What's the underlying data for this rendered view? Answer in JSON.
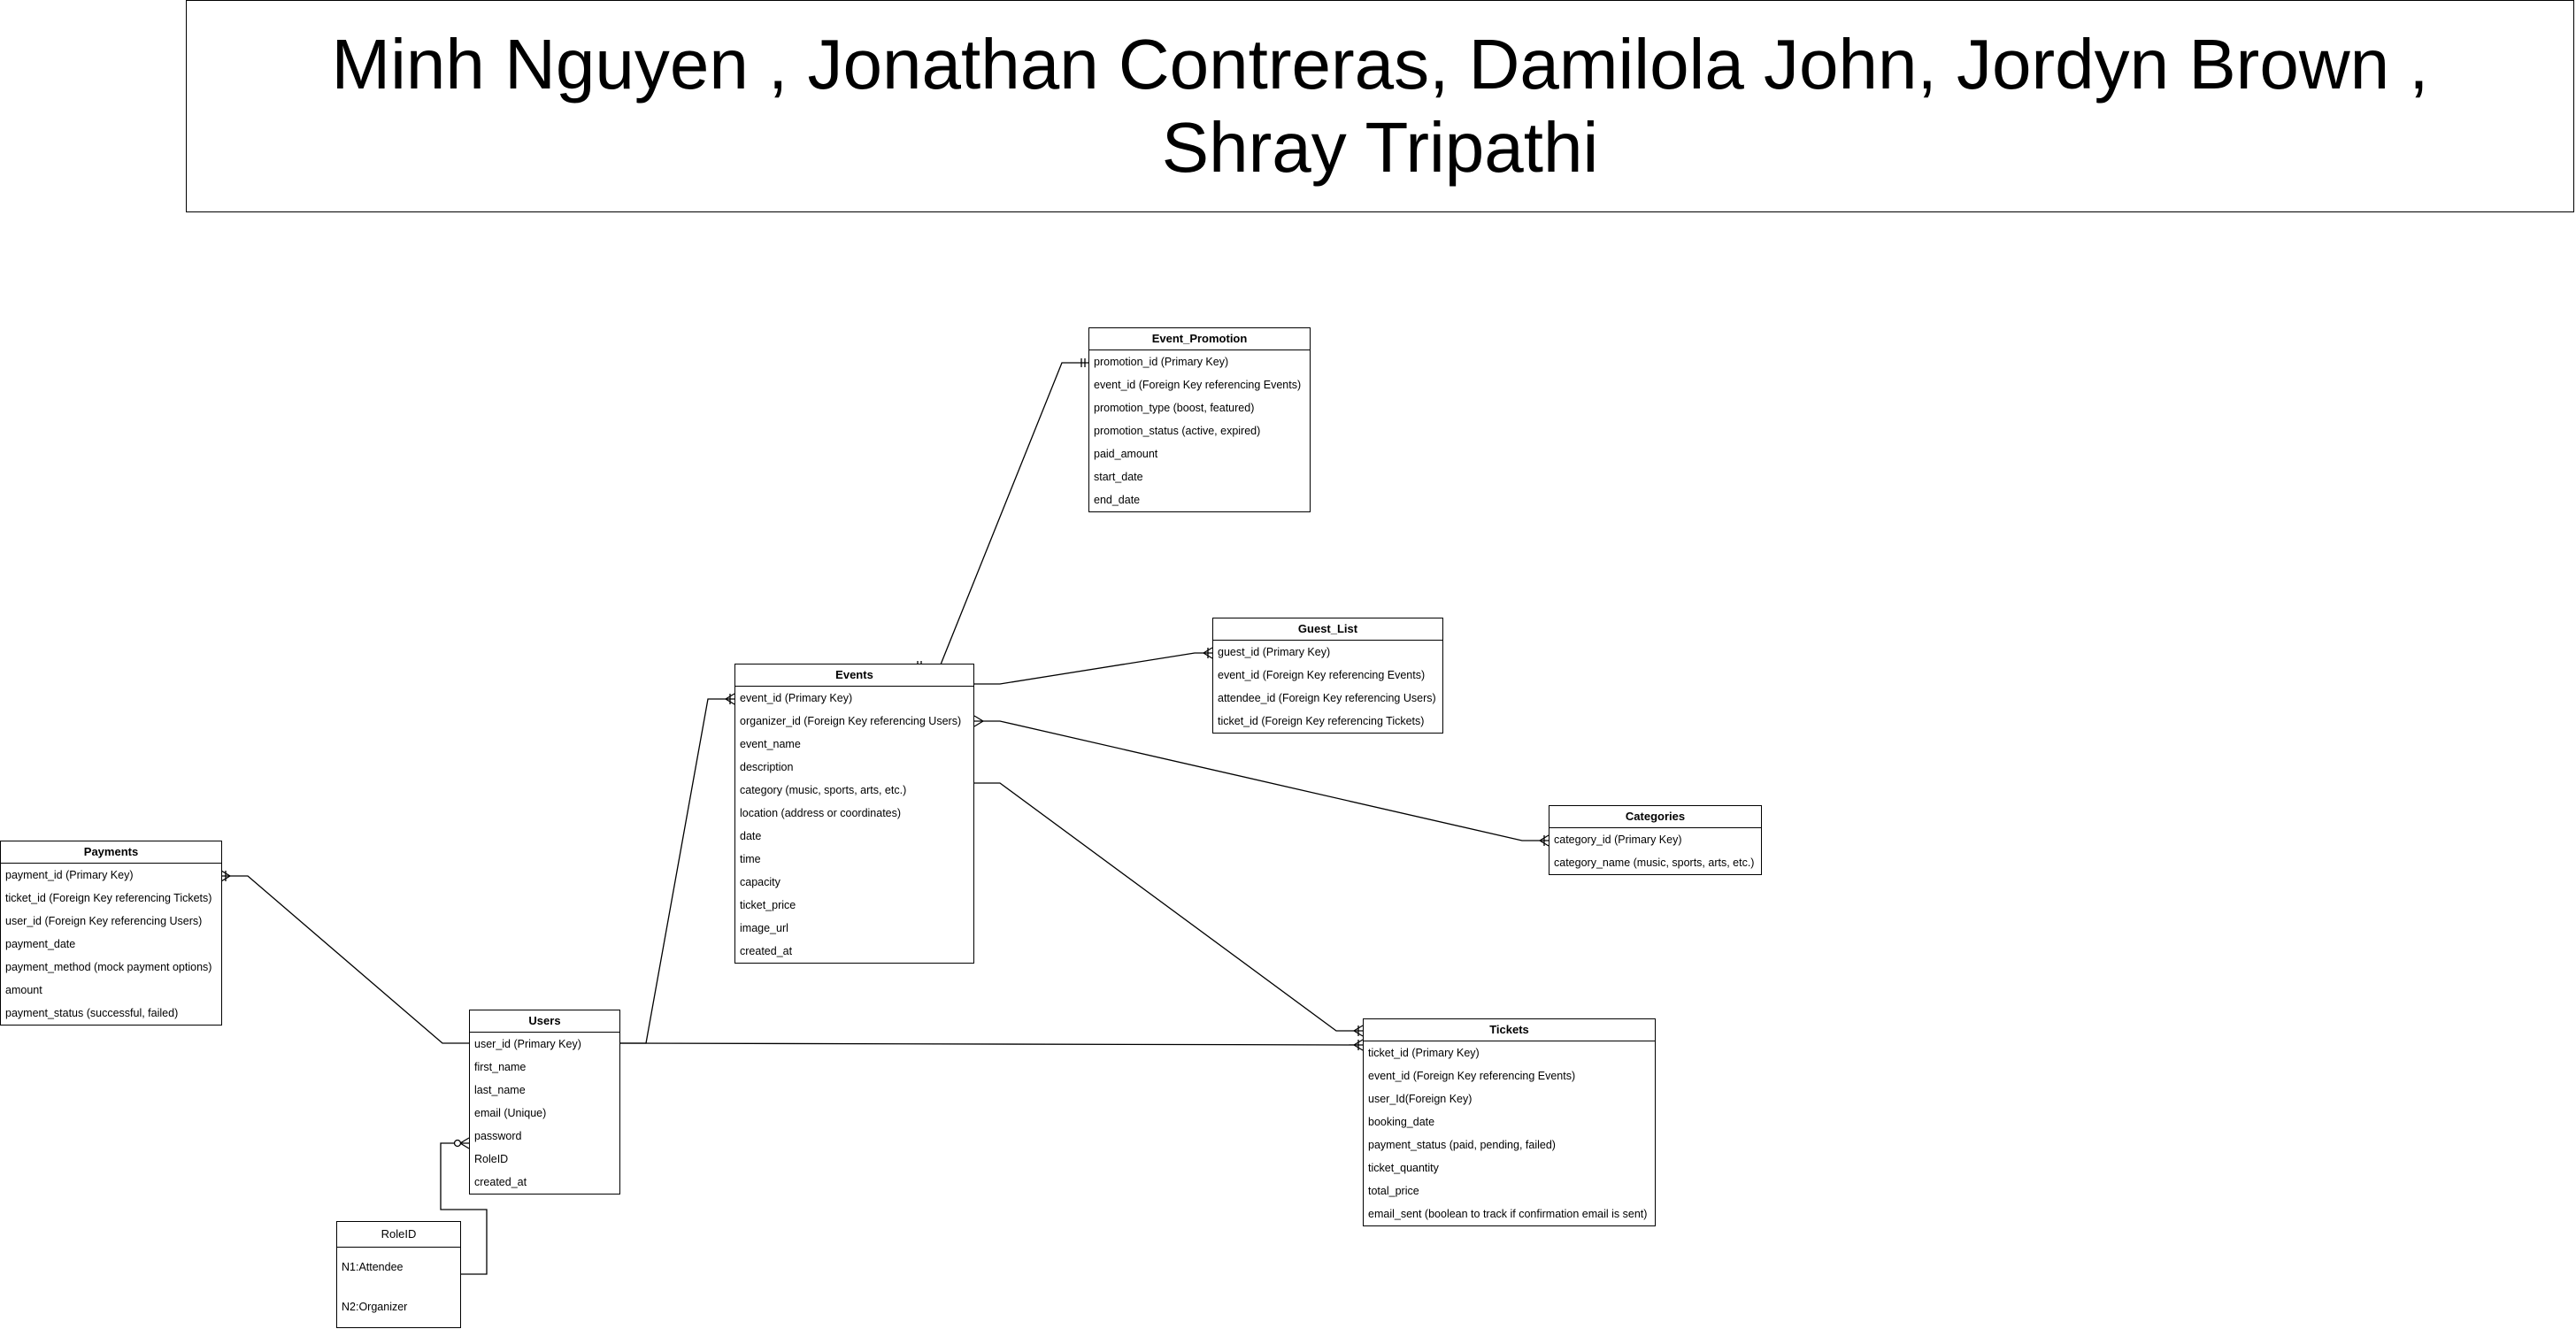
{
  "title": "Minh Nguyen , Jonathan Contreras, Damilola John, Jordyn Brown , Shray Tripathi",
  "entities": {
    "event_promotion": {
      "name": "Event_Promotion",
      "fields": [
        "promotion_id (Primary Key)",
        "event_id (Foreign Key referencing Events)",
        "promotion_type (boost, featured)",
        "promotion_status (active, expired)",
        "paid_amount",
        "start_date",
        "end_date"
      ]
    },
    "guest_list": {
      "name": "Guest_List",
      "fields": [
        "guest_id (Primary Key)",
        "event_id (Foreign Key referencing Events)",
        "attendee_id (Foreign Key referencing Users)",
        "ticket_id (Foreign Key referencing Tickets)"
      ]
    },
    "events": {
      "name": "Events",
      "fields": [
        "event_id (Primary Key)",
        "organizer_id (Foreign Key referencing Users)",
        "event_name",
        "description",
        "category (music, sports, arts, etc.)",
        "location (address or coordinates)",
        "date",
        "time",
        "capacity",
        "ticket_price",
        "image_url",
        "created_at"
      ]
    },
    "categories": {
      "name": "Categories",
      "fields": [
        "category_id (Primary Key)",
        "category_name (music, sports, arts, etc.)"
      ]
    },
    "payments": {
      "name": "Payments",
      "fields": [
        "payment_id (Primary Key)",
        "ticket_id (Foreign Key referencing Tickets)",
        "user_id (Foreign Key referencing Users)",
        "payment_date",
        "payment_method (mock payment options)",
        "amount",
        "payment_status (successful, failed)"
      ]
    },
    "users": {
      "name": "Users",
      "fields": [
        "user_id (Primary Key)",
        "first_name",
        "last_name",
        "email (Unique)",
        "password",
        "RoleID",
        "created_at"
      ]
    },
    "tickets": {
      "name": "Tickets",
      "fields": [
        "ticket_id (Primary Key)",
        "event_id (Foreign Key referencing Events)",
        "user_Id(Foreign Key)",
        "booking_date",
        "payment_status (paid, pending, failed)",
        "ticket_quantity",
        "total_price",
        "email_sent (boolean to track if confirmation email is sent)"
      ]
    },
    "roleid": {
      "name": "RoleID",
      "fields": [
        "N1:Attendee",
        "N2:Organizer"
      ]
    }
  },
  "relationships": [
    {
      "from": "events",
      "to": "event_promotion",
      "notation": "one-to-one"
    },
    {
      "from": "events",
      "to": "guest_list",
      "notation": "one-to-many"
    },
    {
      "from": "events",
      "to": "categories",
      "notation": "many-to-one"
    },
    {
      "from": "events",
      "to": "tickets",
      "notation": "one-to-many"
    },
    {
      "from": "users",
      "to": "events",
      "notation": "one-to-many"
    },
    {
      "from": "users",
      "to": "payments",
      "notation": "one-to-many"
    },
    {
      "from": "users",
      "to": "tickets",
      "notation": "one-to-many"
    },
    {
      "from": "roleid",
      "to": "users",
      "notation": "zero-or-many"
    }
  ]
}
